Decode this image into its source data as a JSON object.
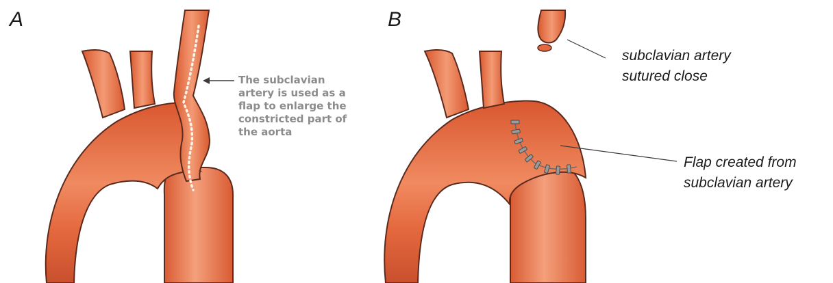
{
  "panel_a": {
    "letter": "A",
    "annotation": [
      "The subclavian",
      "artery is used as a",
      "flap to enlarge the",
      "constricted part of",
      "the aorta"
    ]
  },
  "panel_b": {
    "letter": "B",
    "subclavian_label": [
      "subclavian artery",
      "sutured close"
    ],
    "flap_label": [
      "Flap created from",
      "subclavian artery"
    ]
  },
  "colors": {
    "vessel_fill": "#e5693f",
    "vessel_dark": "#c04a2a",
    "vessel_light": "#f4a07b",
    "outline": "#5a2a1e",
    "annotation_gray": "#8c8c8c",
    "suture": "#6b6b6b"
  }
}
